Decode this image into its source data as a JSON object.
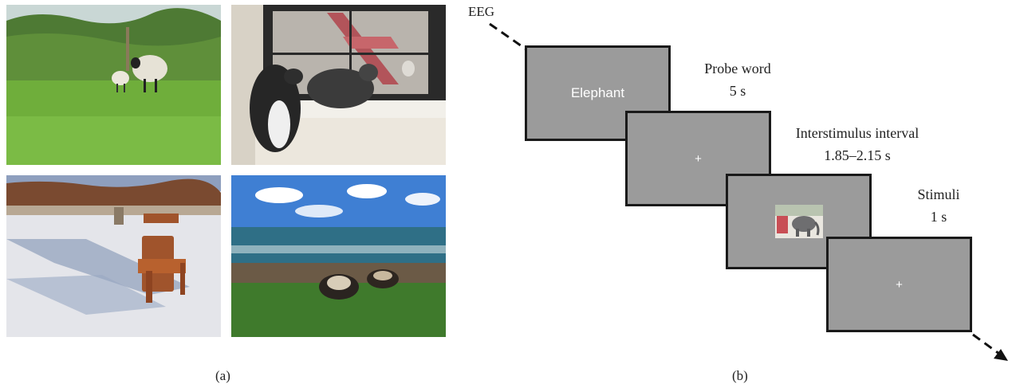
{
  "panel_a": {
    "label": "(a)",
    "images": [
      {
        "icon": "sheep-on-grass-photo"
      },
      {
        "icon": "cats-at-window-photo"
      },
      {
        "icon": "bench-on-snowy-beach-photo"
      },
      {
        "icon": "boats-on-shore-photo"
      }
    ]
  },
  "panel_b": {
    "label": "(b)",
    "eeg_label": "EEG",
    "screens": [
      {
        "content": "Elephant",
        "type": "word"
      },
      {
        "content": "+",
        "type": "fixation"
      },
      {
        "content": "",
        "type": "image",
        "icon": "elephant-stimulus-photo"
      },
      {
        "content": "+",
        "type": "fixation"
      }
    ],
    "steps": [
      {
        "name": "Probe word",
        "duration": "5 s"
      },
      {
        "name": "Interstimulus interval",
        "duration": "1.85–2.15 s"
      },
      {
        "name": "Stimuli",
        "duration": "1 s"
      }
    ]
  }
}
